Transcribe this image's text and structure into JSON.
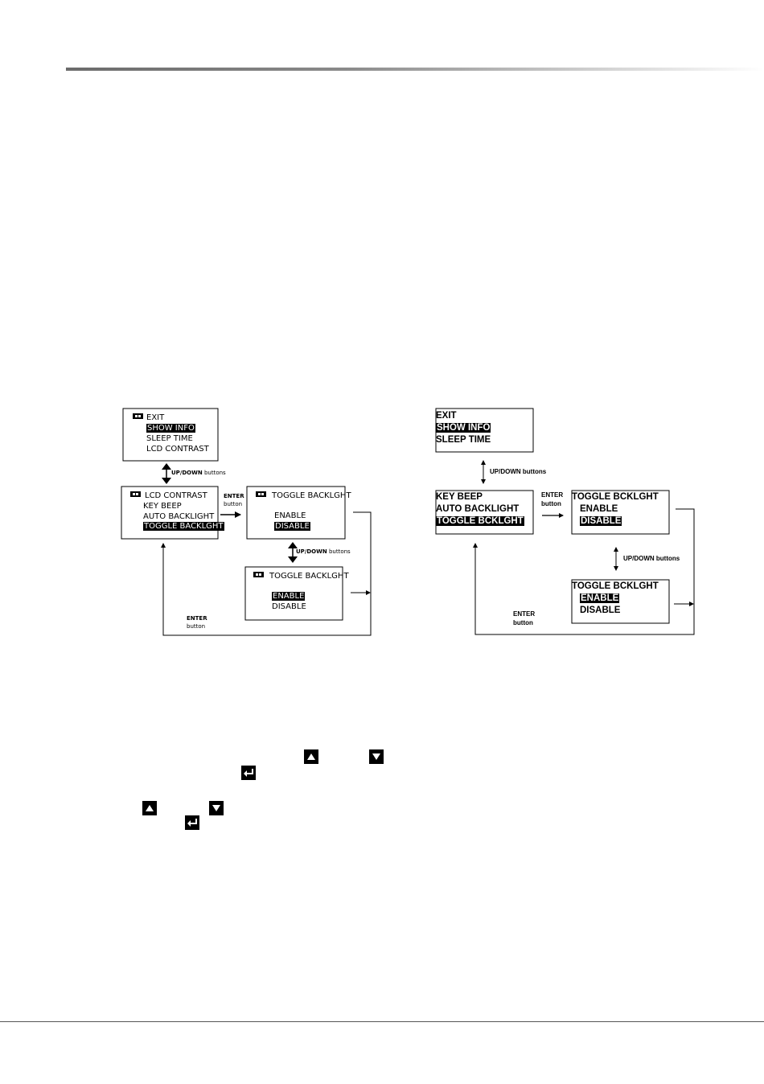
{
  "left_diagram": {
    "screen1": {
      "lines": [
        "EXIT",
        "SHOW INFO",
        "SLEEP TIME",
        "LCD CONTRAST"
      ],
      "selected": 1
    },
    "screen2": {
      "lines": [
        "LCD CONTRAST",
        "KEY BEEP",
        "AUTO BACKLIGHT",
        "TOGGLE BACKLGHT"
      ],
      "selected": 3
    },
    "screen3": {
      "title": "TOGGLE BACKLGHT",
      "options": [
        "ENABLE",
        "DISABLE"
      ],
      "selected": 1
    },
    "screen4": {
      "title": "TOGGLE BACKLGHT",
      "options": [
        "ENABLE",
        "DISABLE"
      ],
      "selected": 0
    },
    "updown_label_1": {
      "bold": "UP/DOWN",
      "rest": "buttons"
    },
    "updown_label_2": {
      "bold": "UP/DOWN",
      "rest": "buttons"
    },
    "enter_label": {
      "line1": "ENTER",
      "line2": "button"
    },
    "enter_label_bottom": {
      "line1": "ENTER",
      "line2": "button"
    }
  },
  "right_diagram": {
    "screen1": {
      "lines": [
        "EXIT",
        "SHOW INFO",
        "SLEEP TIME"
      ],
      "selected": 1
    },
    "screen2": {
      "lines": [
        "KEY BEEP",
        "AUTO BACKLIGHT",
        "TOGGLE BCKLGHT"
      ],
      "selected": 2
    },
    "screen3": {
      "title": "TOGGLE BCKLGHT",
      "options": [
        "ENABLE",
        "DISABLE"
      ],
      "selected": 1
    },
    "screen4": {
      "title": "TOGGLE BCKLGHT",
      "options": [
        "ENABLE",
        "DISABLE"
      ],
      "selected": 0
    },
    "updown_label_1": "UP/DOWN buttons",
    "updown_label_2": "UP/DOWN buttons",
    "enter_label": {
      "line1": "ENTER",
      "line2": "button"
    },
    "enter_label_bottom": {
      "line1": "ENTER",
      "line2": "button"
    }
  },
  "key_icons": [
    "up-arrow-key",
    "down-arrow-key",
    "enter-key",
    "up-arrow-key",
    "down-arrow-key",
    "enter-key"
  ]
}
